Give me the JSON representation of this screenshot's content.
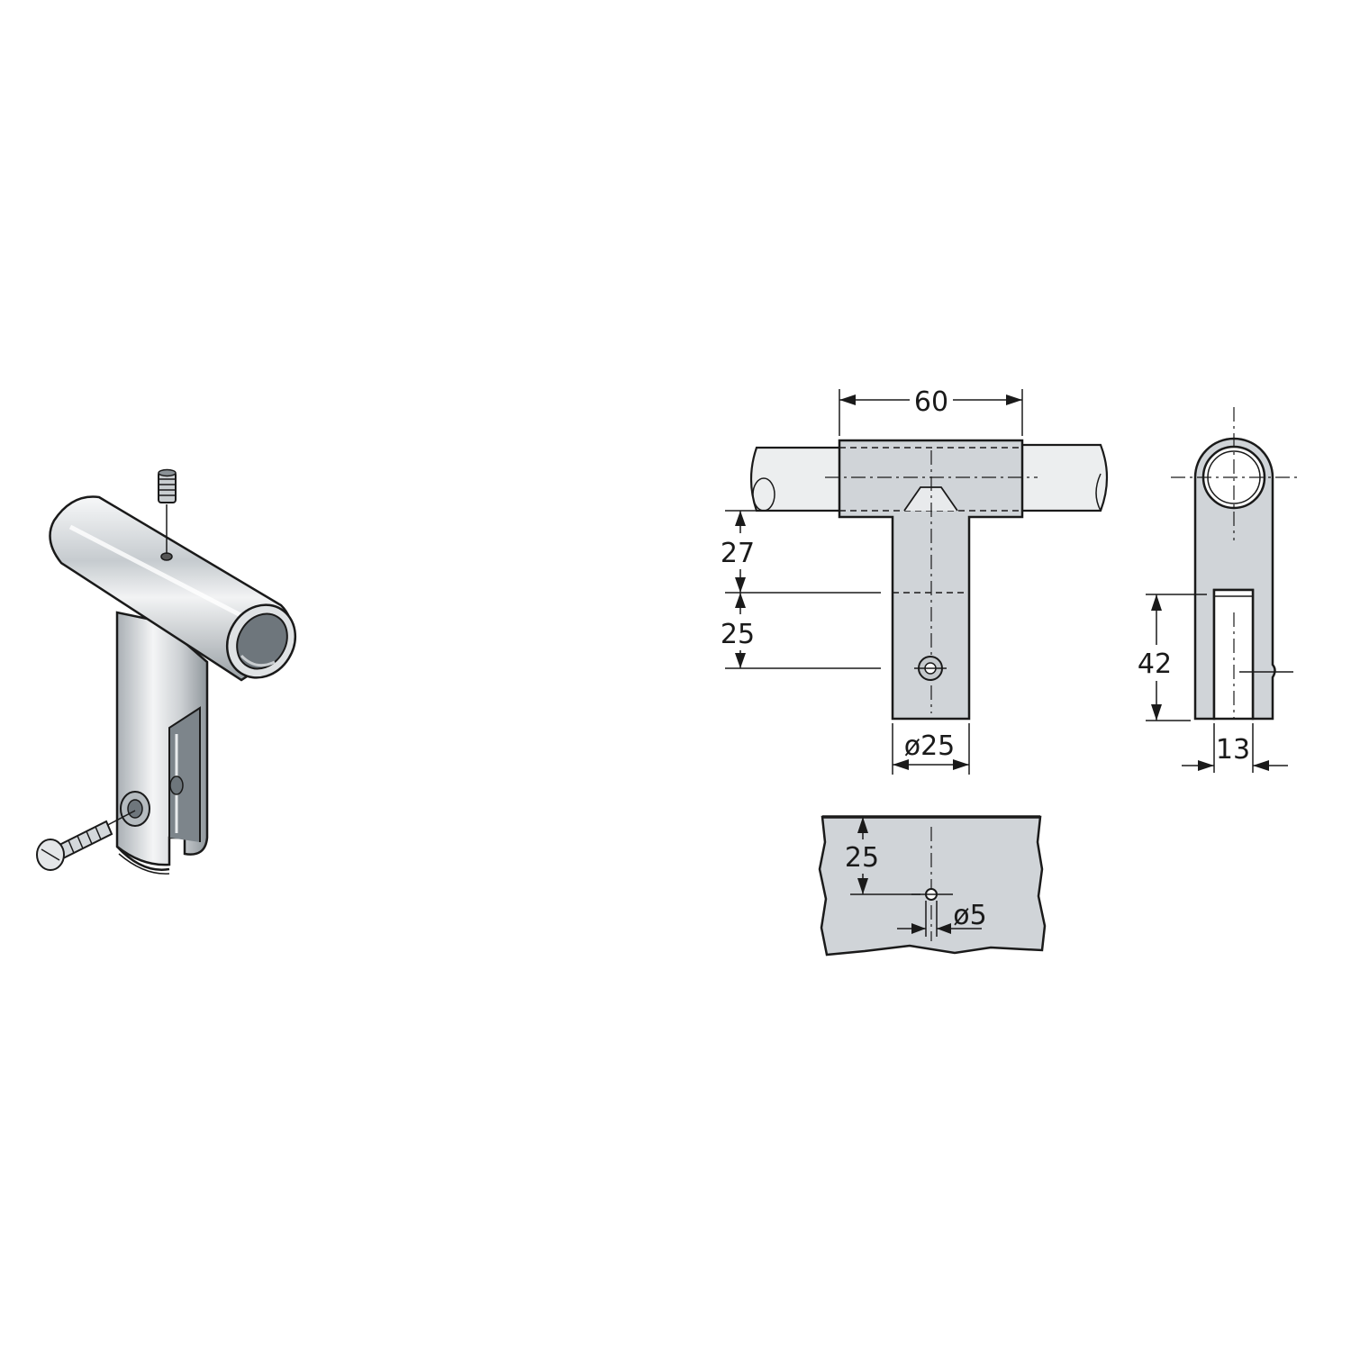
{
  "dimensions": {
    "width_60": "60",
    "height_27": "27",
    "height_25": "25",
    "diameter_25": "ø25",
    "height_42": "42",
    "slot_13": "13",
    "hole_offset_25": "25",
    "hole_diameter_5": "ø5"
  },
  "colors": {
    "line": "#1a1a1a",
    "part_fill": "#d0d4d8",
    "tube_fill": "#eceeef"
  }
}
